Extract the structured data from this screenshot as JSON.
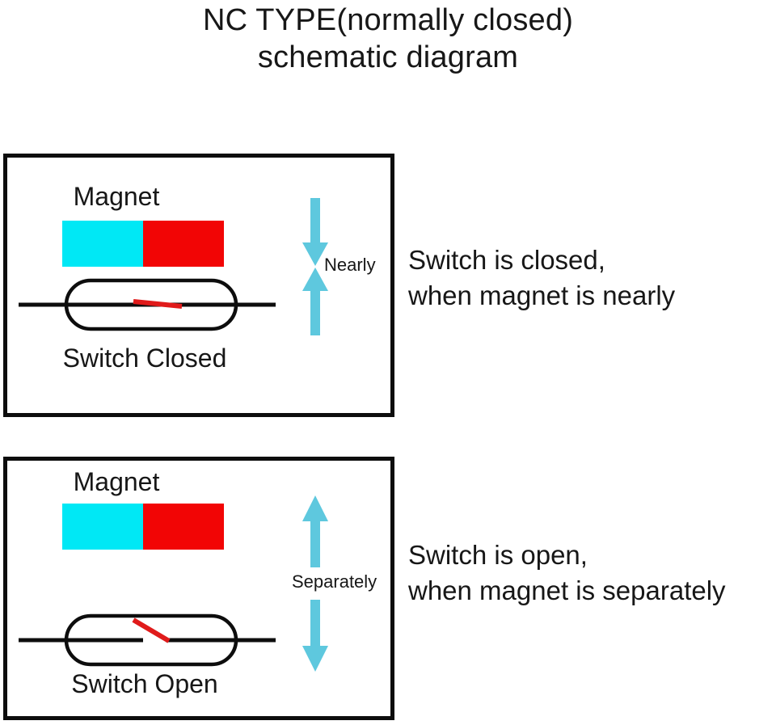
{
  "title": {
    "line1": "NC TYPE(normally closed)",
    "line2": "schematic diagram"
  },
  "colors": {
    "magnet_north": "#00e8f5",
    "magnet_south": "#f20505",
    "arrow": "#5ec8de",
    "contact_blade": "#e01b1b",
    "outline": "#0d0d0d"
  },
  "panels": [
    {
      "id": "closed",
      "magnet_label": "Magnet",
      "switch_state_label": "Switch Closed",
      "proximity_label": "Nearly",
      "arrow_direction": "converging",
      "switch_state": "closed"
    },
    {
      "id": "open",
      "magnet_label": "Magnet",
      "switch_state_label": "Switch Open",
      "proximity_label": "Separately",
      "arrow_direction": "diverging",
      "switch_state": "open"
    }
  ],
  "descriptions": [
    {
      "line1": "Switch is closed,",
      "line2": "when magnet is nearly"
    },
    {
      "line1": "Switch is open,",
      "line2": "when magnet is separately"
    }
  ]
}
